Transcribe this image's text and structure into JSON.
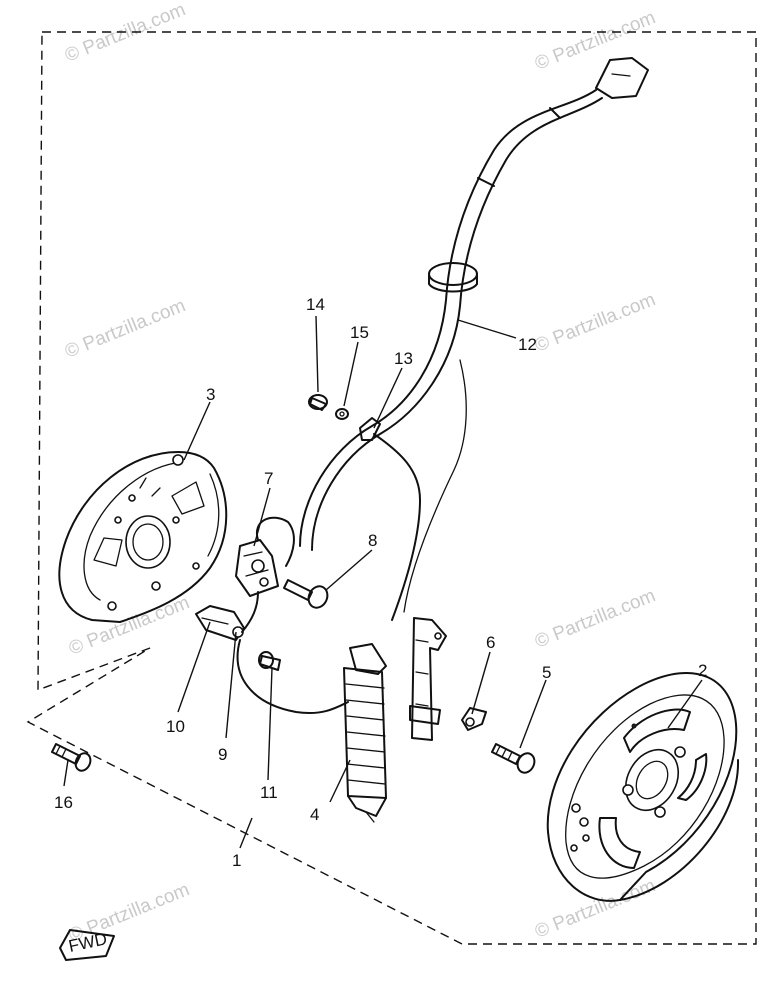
{
  "watermark": "© Partzilla.com",
  "fwd_label": "FWD",
  "callouts": [
    "1",
    "2",
    "3",
    "4",
    "5",
    "6",
    "7",
    "8",
    "9",
    "10",
    "11",
    "12",
    "13",
    "14",
    "15",
    "16"
  ]
}
